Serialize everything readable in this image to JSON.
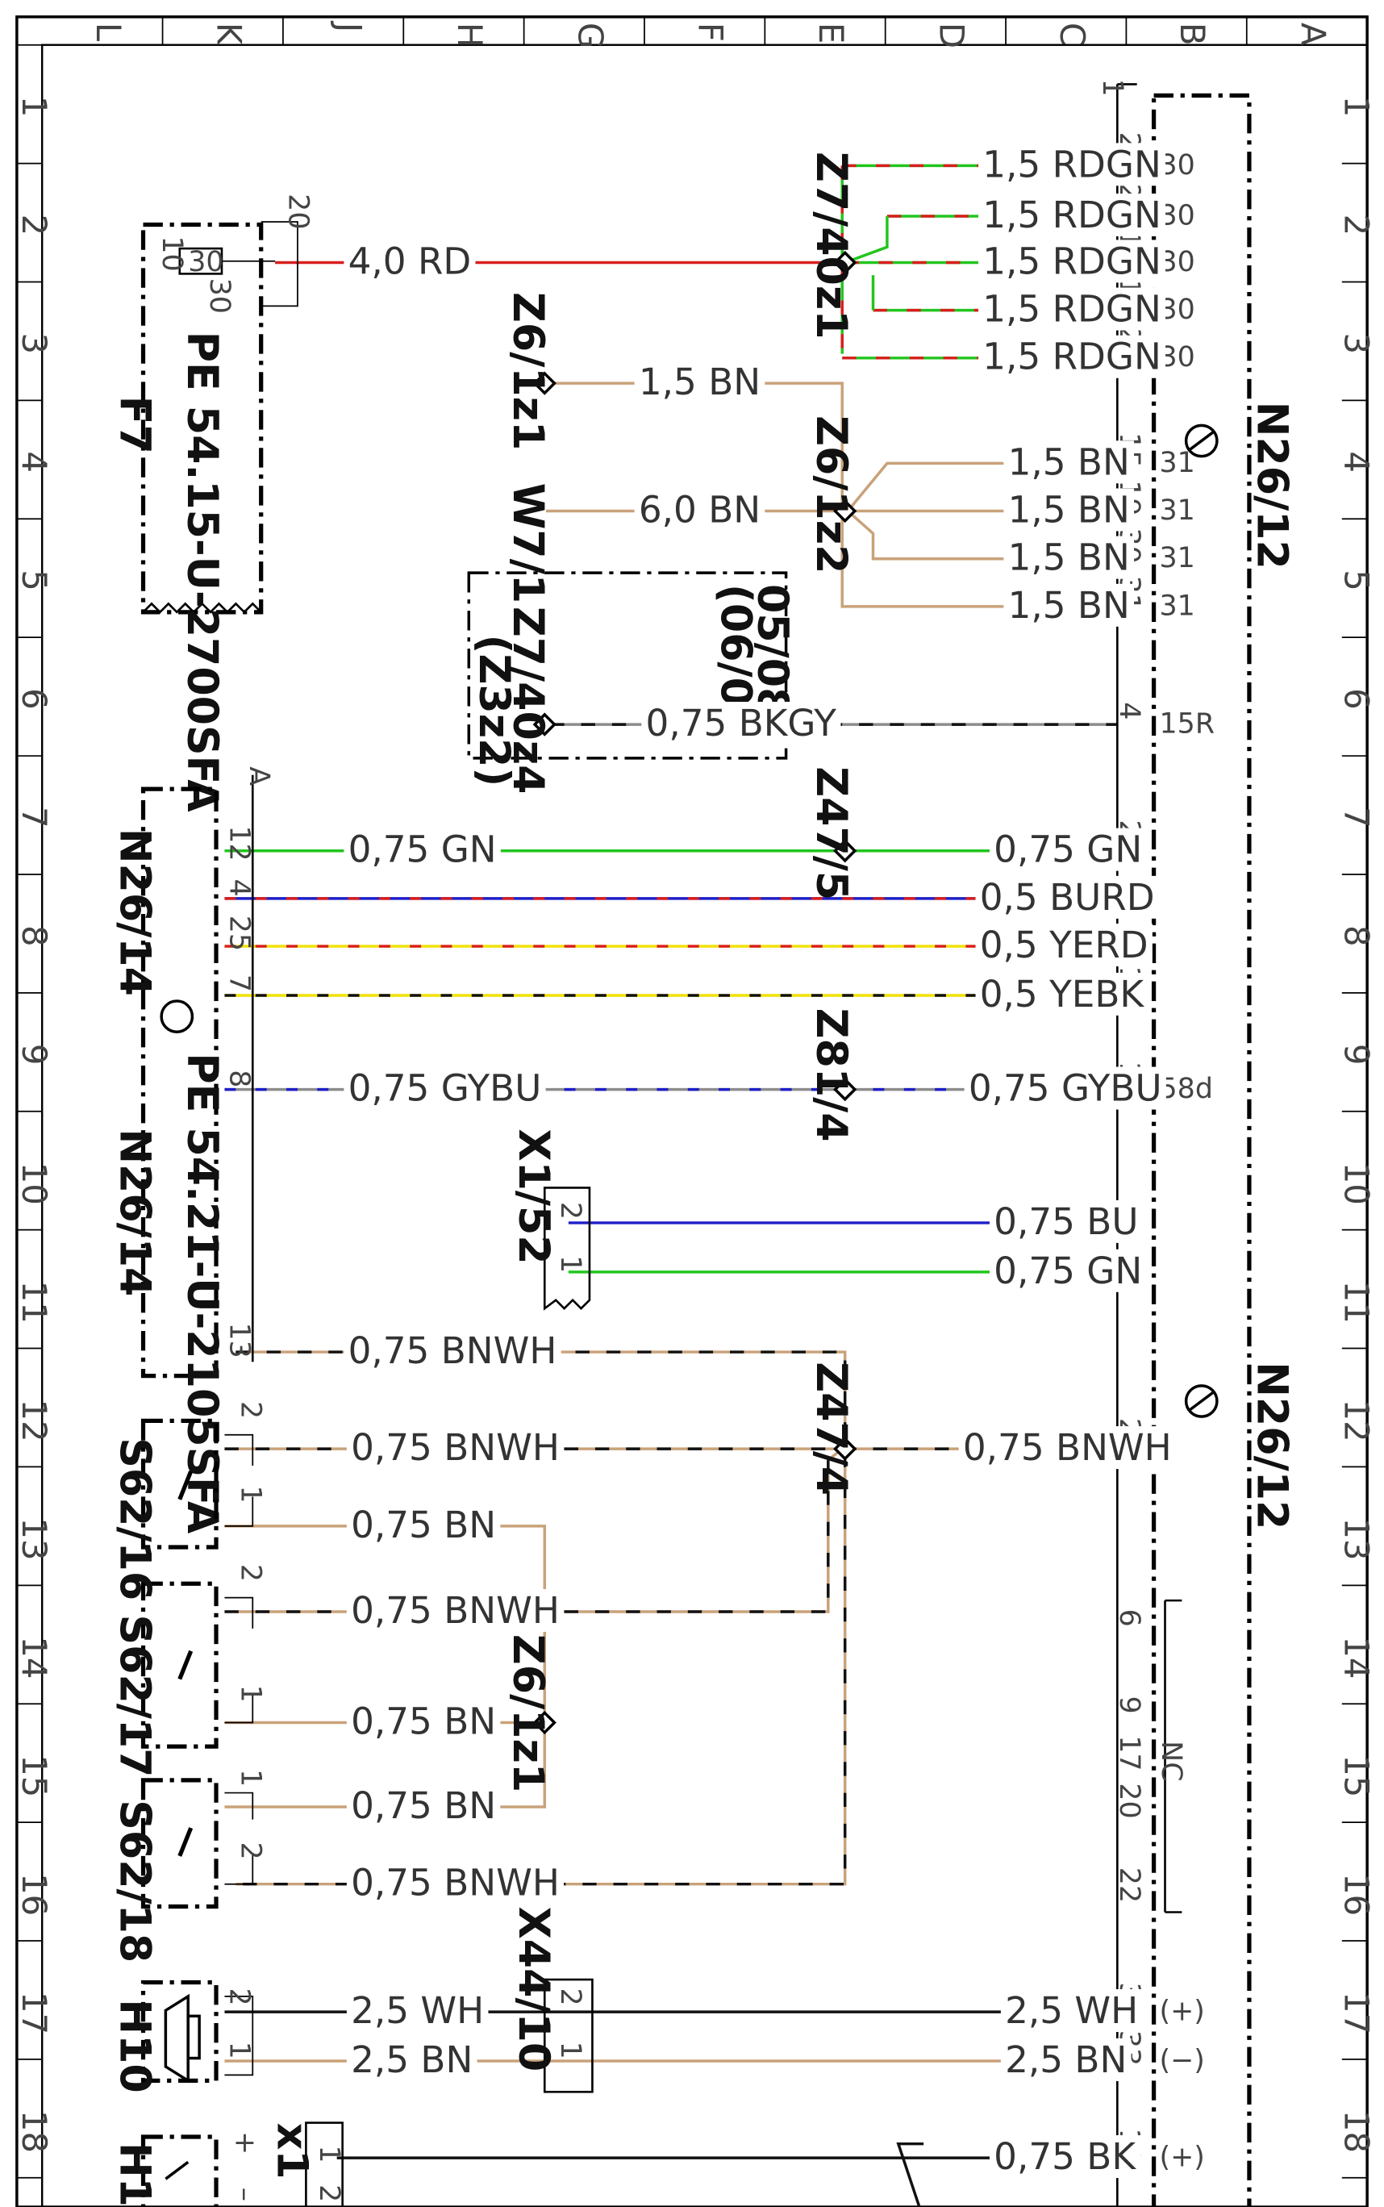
{
  "border": {
    "columns": [
      "L",
      "K",
      "J",
      "H",
      "G",
      "F",
      "E",
      "D",
      "C",
      "B",
      "A"
    ],
    "rows": [
      "1",
      "2",
      "3",
      "4",
      "5",
      "6",
      "7",
      "8",
      "9",
      "10",
      "11",
      "12",
      "13",
      "14",
      "15",
      "16",
      "17",
      "18"
    ]
  },
  "colors": {
    "RD": "#d81e1e",
    "GN": "#22c51e",
    "BN": "#c9a27a",
    "BU": "#1e1ec8",
    "YE": "#f2e100",
    "BK": "#111111",
    "GY": "#8c8c8c",
    "WH": "#ffffff"
  },
  "components": {
    "F7": {
      "label": "F7",
      "pe_ref": "PE 54.15-U-2700SFA",
      "terminal": "30",
      "terminal_pin": "30",
      "pin_10": "10",
      "bracket": "20"
    },
    "N26_12": {
      "label": "N26/12",
      "pin_header": "1"
    },
    "N26_14": {
      "label": "N26/14",
      "pe_ref": "PE 54.21-U-2105SFA",
      "connector": "A"
    },
    "S62_16": {
      "label": "S62/16",
      "pins": [
        "2",
        "1"
      ]
    },
    "S62_17": {
      "label": "S62/17",
      "pins": [
        "2",
        "1"
      ]
    },
    "S62_18": {
      "label": "S62/18",
      "pins": [
        "1",
        "2"
      ]
    },
    "H10": {
      "label": "H10",
      "pins": [
        "2",
        "1"
      ]
    },
    "H10_partial": {
      "label": "H10",
      "plus": "+",
      "minus": "–"
    },
    "X1": {
      "label": "x1",
      "pins": [
        "1",
        "2"
      ]
    },
    "X1_52": {
      "label": "X1/52",
      "pins": [
        "2",
        "1"
      ]
    },
    "X44_10": {
      "label": "X44/10",
      "pins": [
        "2",
        "1"
      ]
    }
  },
  "splices": {
    "Z7_40z1": "Z7/40z1",
    "Z6_1z1_top": "Z6/1z1",
    "Z6_1z2": "Z6/1z2",
    "W7_1": "W7/1",
    "Z7_40z4": "Z7/40z4",
    "Z3z2": "(Z3z2)",
    "Z47_5": "Z47/5",
    "Z81_4": "Z81/4",
    "Z47_4": "Z47/4",
    "Z6_1z1_bottom": "Z6/1z1"
  },
  "version_box": {
    "from": "05/08",
    "to": "(06/08"
  },
  "wires": {
    "f7_feed": "4,0 RD",
    "rdgn": [
      "1,5 RDGN",
      "1,5 RDGN",
      "1,5 RDGN",
      "1,5 RDGN",
      "1,5 RDGN"
    ],
    "z6_bn": "1,5 BN",
    "w7_bn": "6,0 BN",
    "gnd_bn": [
      "1,5 BN",
      "1,5 BN",
      "1,5 BN",
      "1,5 BN"
    ],
    "bkgy": "0,75 BKGY",
    "gn_left": "0,75 GN",
    "gn_right": "0,75 GN",
    "burd": "0,5 BURD",
    "yerd": "0,5 YERD",
    "yebk": "0,5 YEBK",
    "gybu_left": "0,75 GYBU",
    "gybu_right": "0,75 GYBU",
    "bu": "0,75 BU",
    "gn_x1": "0,75 GN",
    "bnwh_n26": "0,75 BNWH",
    "bnwh_s16": "0,75 BNWH",
    "bnwh_right": "0,75 BNWH",
    "bn_s16": "0,75 BN",
    "bnwh_s17": "0,75 BNWH",
    "bn_s17": "0,75 BN",
    "bn_s18": "0,75 BN",
    "bnwh_s18": "0,75 BNWH",
    "wh_left": "2,5 WH",
    "wh_right": "2,5 WH",
    "bn_left": "2,5 BN",
    "bn_right": "2,5 BN",
    "bk": "0,75 BK"
  },
  "n26_12_pins": {
    "p28": "28",
    "p29": "29",
    "p16": "16",
    "p18": "18",
    "p27": "27",
    "p15": "15",
    "p19": "19",
    "p30": "30",
    "p31": "31",
    "p4": "4",
    "p24": "24",
    "p1": "1",
    "p2": "2",
    "p12": "12",
    "p14": "14",
    "p3": "3",
    "p5": "5",
    "p23": "23",
    "p6": "6",
    "p9": "9",
    "p17": "17",
    "p20": "20",
    "p22": "22",
    "p32": "32",
    "p33": "33",
    "p10": "10"
  },
  "n26_12_terms": {
    "t30": "30",
    "t31": "31",
    "t15r": "15R",
    "t58d": "58d",
    "nc": "NC",
    "plus": "(+)",
    "minus": "(−)"
  },
  "n26_14_pins": [
    "12",
    "4",
    "25",
    "7",
    "8",
    "13"
  ]
}
